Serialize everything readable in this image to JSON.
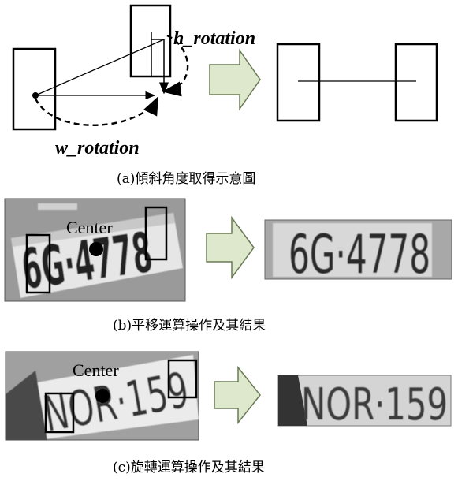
{
  "panel_a": {
    "label_h": "h_rotation",
    "label_w": "w_rotation",
    "caption": "(a)傾斜角度取得示意圖"
  },
  "panel_b": {
    "center_label": "Center",
    "plate_input": "6G·4778",
    "plate_output": "6G·4778",
    "caption": "(b)平移運算操作及其結果"
  },
  "panel_c": {
    "center_label": "Center",
    "plate_input": "NOR·159",
    "plate_output": "NOR·159",
    "caption": "(c)旋轉運算操作及其結果"
  },
  "colors": {
    "arrow_fill": "#dde8cc",
    "arrow_stroke": "#6b7a55",
    "plate_bg": "#b8b8b8"
  }
}
